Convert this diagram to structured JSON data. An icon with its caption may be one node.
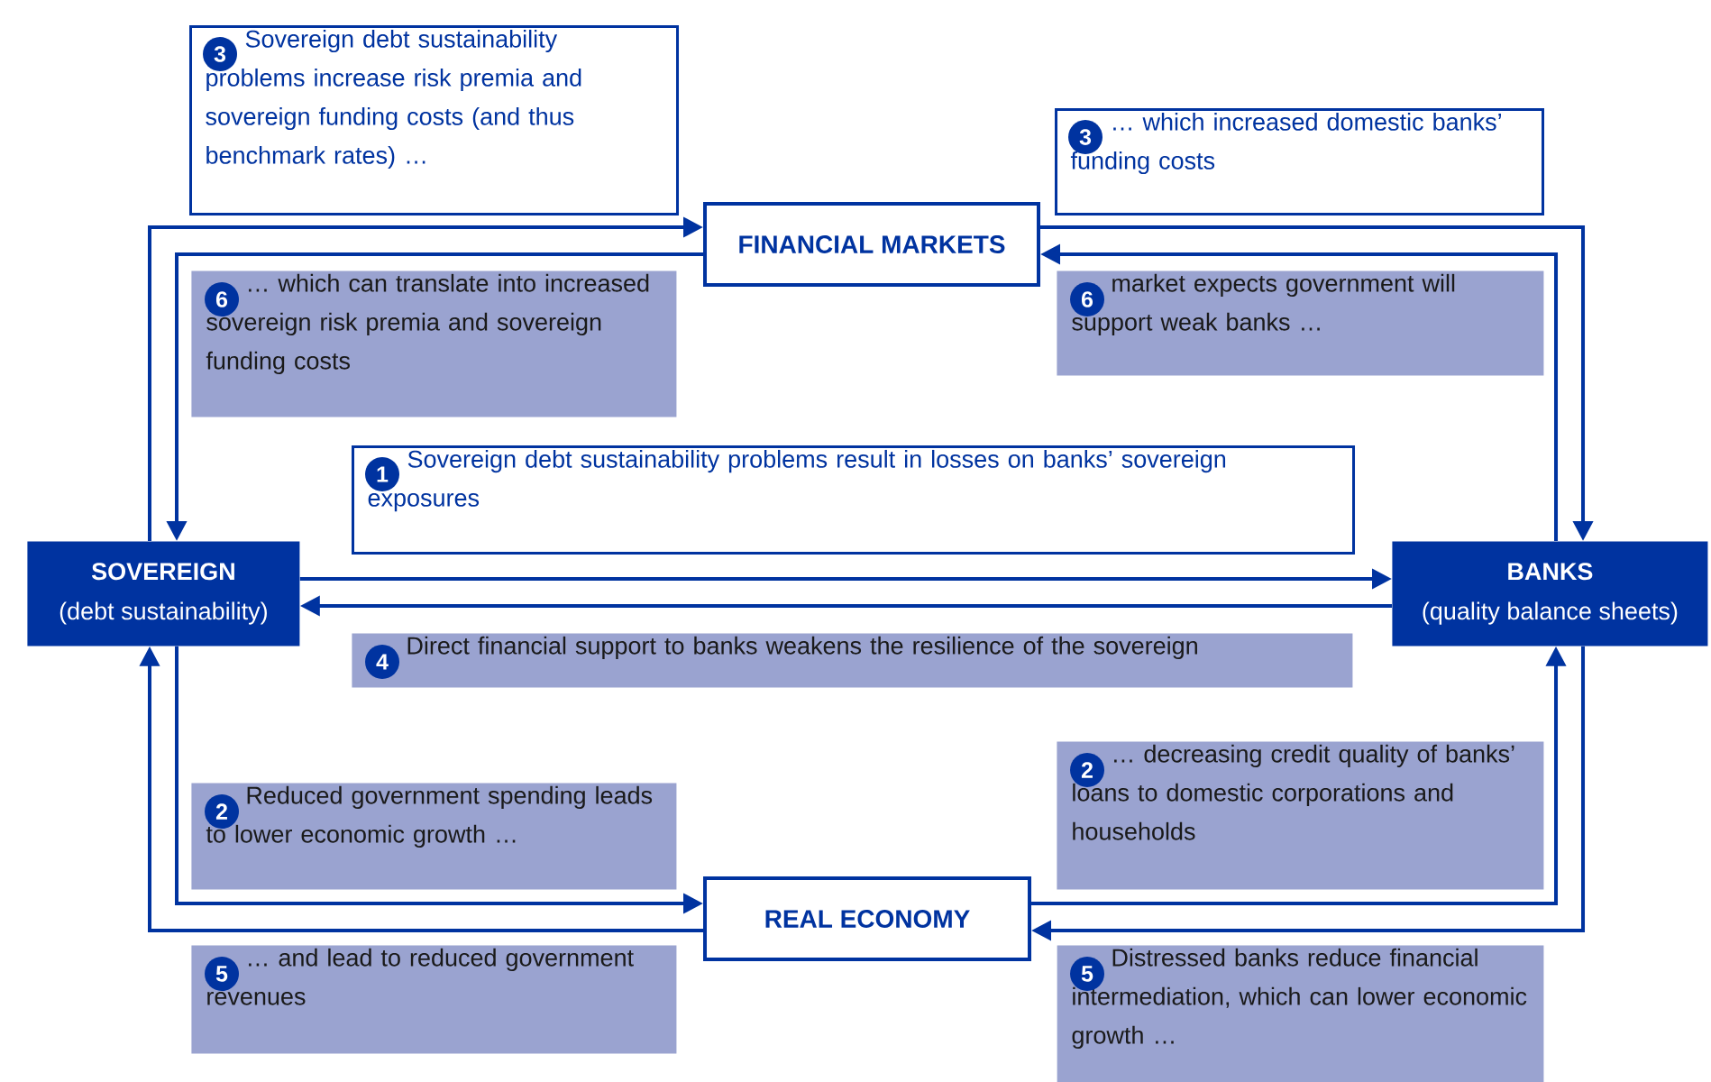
{
  "diagram": {
    "nodes": [
      {
        "text": [
          "FINANCIAL MARKETS"
        ]
      },
      {
        "text": [
          "SOVEREIGN",
          "(debt sustainability)"
        ]
      },
      {
        "text": [
          "BANKS",
          "(quality balance sheets)"
        ]
      },
      {
        "text": [
          "REAL ECONOMY"
        ]
      },
      {
        "text": [
          "3",
          "Sovereign debt sustainability problems increase risk premia and sovereign funding costs (and thus benchmark rates) …"
        ]
      },
      {
        "text": [
          "3",
          "… which increased domestic banks’ funding costs"
        ]
      },
      {
        "text": [
          "6",
          "… which can translate into increased sovereign risk premia and sovereign funding costs"
        ]
      },
      {
        "text": [
          "6",
          "market expects government will support weak banks …"
        ]
      },
      {
        "text": [
          "1",
          "Sovereign debt sustainability problems result in losses on banks’ sovereign exposures"
        ]
      },
      {
        "text": [
          "4",
          "Direct financial support to banks weakens the resilience of the sovereign"
        ]
      },
      {
        "text": [
          "2",
          "Reduced government spending leads to lower economic growth …"
        ]
      },
      {
        "text": [
          "2",
          "… decreasing credit quality of banks’ loans to domestic corporations and households"
        ]
      },
      {
        "text": [
          "5",
          "… and lead to reduced government revenues"
        ]
      },
      {
        "text": [
          "5",
          "Distressed banks reduce financial intermediation, which can lower economic growth …"
        ]
      }
    ],
    "edges": [
      {
        "from": 1,
        "to": 0,
        "arrow": "to"
      },
      {
        "from": 0,
        "to": 1,
        "arrow": "to"
      },
      {
        "from": 0,
        "to": 2,
        "arrow": "to"
      },
      {
        "from": 2,
        "to": 0,
        "arrow": "to"
      },
      {
        "from": 1,
        "to": 2,
        "arrow": "to"
      },
      {
        "from": 2,
        "to": 1,
        "arrow": "to"
      },
      {
        "from": 1,
        "to": 3,
        "arrow": "to"
      },
      {
        "from": 3,
        "to": 1,
        "arrow": "to"
      },
      {
        "from": 2,
        "to": 3,
        "arrow": "to"
      },
      {
        "from": 3,
        "to": 2,
        "arrow": "to"
      }
    ]
  }
}
